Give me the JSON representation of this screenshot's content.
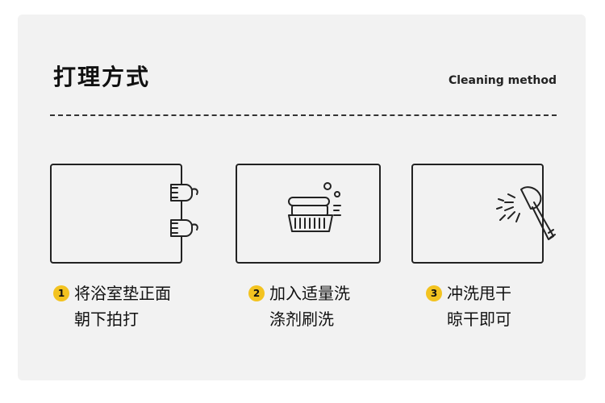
{
  "header": {
    "title": "打理方式",
    "subtitle": "Cleaning method"
  },
  "steps": [
    {
      "number": "1",
      "line1": "将浴室垫正面",
      "line2": "朝下拍打",
      "icon": "hands-patting-mat-icon"
    },
    {
      "number": "2",
      "line1": "加入适量洗",
      "line2": "涤剂刷洗",
      "icon": "scrub-brush-icon"
    },
    {
      "number": "3",
      "line1": "冲洗甩干",
      "line2": "晾干即可",
      "icon": "shower-head-icon"
    }
  ],
  "colors": {
    "background": "#f2f2f2",
    "badge": "#f3c320",
    "stroke": "#222222"
  }
}
